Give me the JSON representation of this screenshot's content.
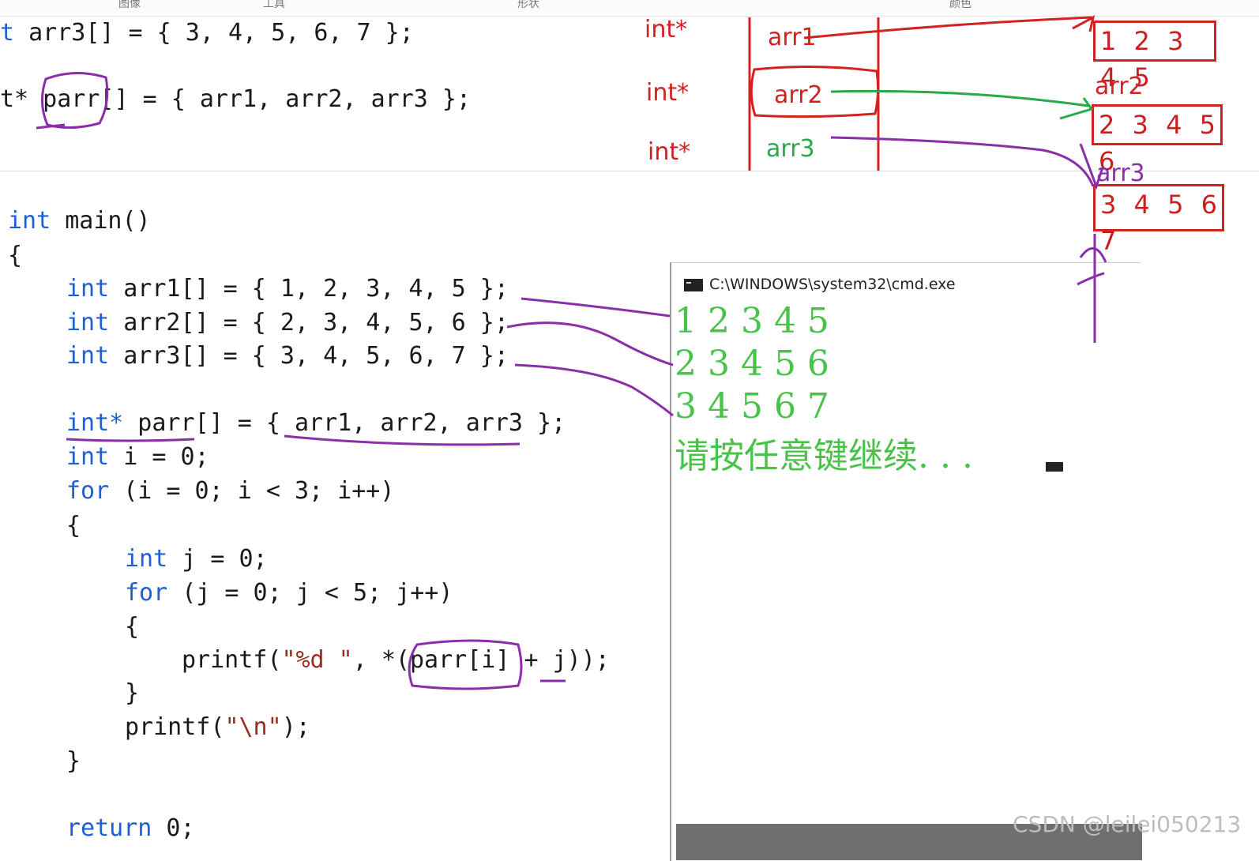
{
  "toolbar": {
    "items": [
      "图像",
      "工具",
      "形状",
      "颜色"
    ]
  },
  "top_code": {
    "line1": {
      "type_frag": "t",
      "rest": " arr3[] = { 3, 4, 5, 6, 7 };"
    },
    "line2": {
      "type_frag": "t*",
      "rest": " parr[] = { arr1, arr2, arr3 };"
    }
  },
  "diagram": {
    "pointer_types": [
      "int*",
      "int*",
      "int*"
    ],
    "cells": [
      "arr1",
      "arr2",
      "arr3"
    ],
    "arrays": [
      {
        "label": "",
        "values": "1 2 3 4 5"
      },
      {
        "label": "arr2",
        "values": "2 3 4 5 6"
      },
      {
        "label": "arr3",
        "values": "3 4 5 6 7"
      }
    ],
    "colors": {
      "red": "#d42121",
      "green": "#2aa84a",
      "purple": "#8a2fa8",
      "blue": "#1f5fd6"
    }
  },
  "main_code": {
    "sig_kw": "int",
    "sig_rest": " main()",
    "open_brace": "{",
    "arr1_kw": "int",
    "arr1_rest": " arr1[] = { 1, 2, 3, 4, 5 };",
    "arr2_kw": "int",
    "arr2_rest": " arr2[] = { 2, 3, 4, 5, 6 };",
    "arr3_kw": "int",
    "arr3_rest": " arr3[] = { 3, 4, 5, 6, 7 };",
    "parr_kw": "int*",
    "parr_rest": " parr[] = { arr1, arr2, arr3 };",
    "i_kw": "int",
    "i_rest": " i = 0;",
    "for1_kw": "for",
    "for1_rest": " (i = 0; i < 3; i++)",
    "brace2": "{",
    "j_kw": "int",
    "j_rest": " j = 0;",
    "for2_kw": "for",
    "for2_rest": " (j = 0; j < 5; j++)",
    "brace3": "{",
    "printf1_a": "printf(",
    "printf1_str": "\"%d \"",
    "printf1_b": ", *(parr[i] + j));",
    "brace3_close": "}",
    "printf2_a": "printf(",
    "printf2_str": "\"\\n\"",
    "printf2_b": ");",
    "brace2_close": "}",
    "return_kw": "return",
    "return_rest": " 0;"
  },
  "cmd": {
    "title": "C:\\WINDOWS\\system32\\cmd.exe",
    "lines": [
      "1 2 3 4 5",
      "2 3 4 5 6",
      "3 4 5 6 7",
      "请按任意键继续. . ."
    ]
  },
  "watermark": "CSDN @leilei050213"
}
